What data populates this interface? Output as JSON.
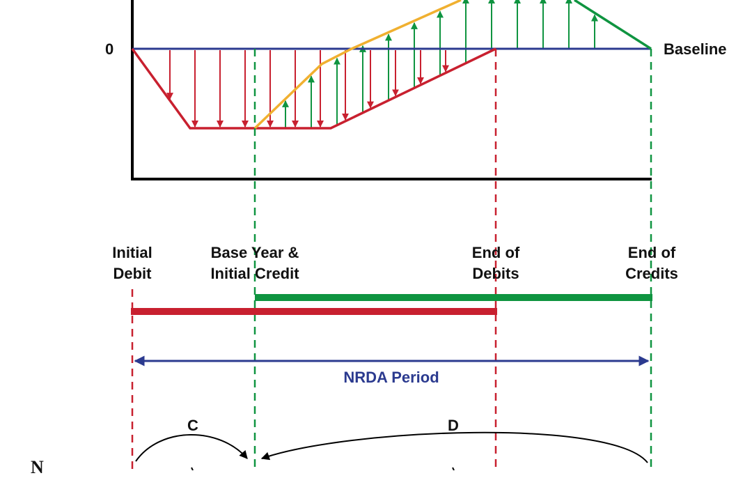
{
  "colors": {
    "debit": "#c8202f",
    "credit": "#0f9440",
    "recovery": "#f0b030",
    "baseline": "#2b3a8f",
    "axis": "#000000",
    "text": "#111111"
  },
  "axis_labels": {
    "zero": "0",
    "baseline": "Baseline"
  },
  "milestones": [
    {
      "line1": "Initial",
      "line2": "Debit"
    },
    {
      "line1": "Base Year &",
      "line2": "Initial Credit"
    },
    {
      "line1": "End of",
      "line2": "Debits"
    },
    {
      "line1": "End of",
      "line2": "Credits"
    }
  ],
  "period_label": "NRDA Period",
  "intervals": {
    "c": "C",
    "d": "D"
  },
  "partial_text": "N",
  "arrow_counts": {
    "debit": 12,
    "credit": 13
  }
}
